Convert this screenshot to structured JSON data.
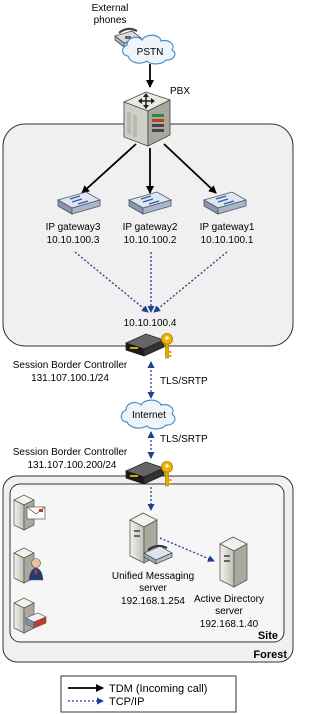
{
  "labels": {
    "external_phones_line1": "External",
    "external_phones_line2": "phones",
    "pstn": "PSTN",
    "pbx": "PBX",
    "gateway3_name": "IP gateway3",
    "gateway3_ip": "10.10.100.3",
    "gateway2_name": "IP gateway2",
    "gateway2_ip": "10.10.100.2",
    "gateway1_name": "IP gateway1",
    "gateway1_ip": "10.10.100.1",
    "upper_sbc_ip": "10.10.100.4",
    "sbc1_name": "Session Border Controller",
    "sbc1_ip": "131.107.100.1/24",
    "tls_srtp_1": "TLS/SRTP",
    "internet": "Internet",
    "tls_srtp_2": "TLS/SRTP",
    "sbc2_name": "Session Border Controller",
    "sbc2_ip": "131.107.100.200/24",
    "um_line1": "Unified Messaging",
    "um_line2": "server",
    "um_ip": "192.168.1.254",
    "ad_line1": "Active Directory",
    "ad_line2": "server",
    "ad_ip": "192.168.1.40",
    "site": "Site",
    "forest": "Forest"
  },
  "legend": {
    "tdm": "TDM (Incoming call)",
    "tcpip": "TCP/IP"
  },
  "colors": {
    "container_fill": "#f0f0f0",
    "site_fill": "#f4f4f4",
    "tcpip_line": "#1f3f8f",
    "tdm_line": "#000000",
    "key_gold": "#e8a800",
    "cloud_fill": "#eaf3fb",
    "cloud_stroke": "#4a90c8"
  }
}
